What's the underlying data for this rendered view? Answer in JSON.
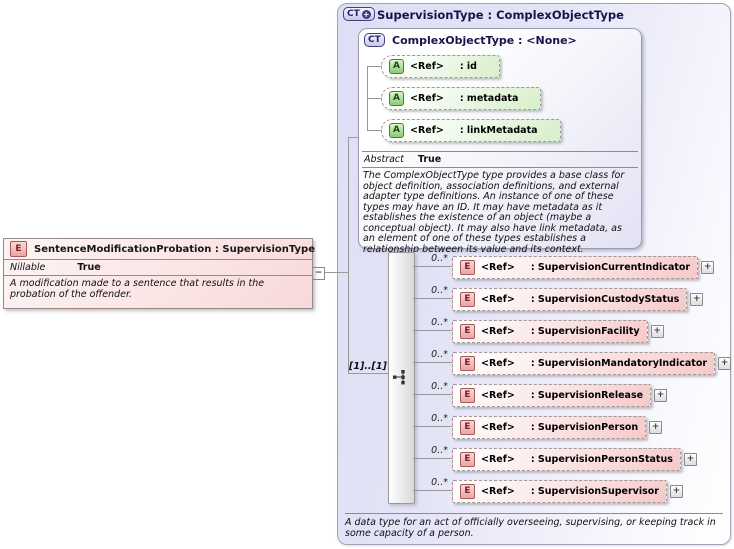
{
  "element_box": {
    "icon_label": "E",
    "title": "SentenceModificationProbation : SupervisionType",
    "property_name": "Nillable",
    "property_value": "True",
    "description": "A modification made to a sentence that results in the probation of the offender."
  },
  "connector": {
    "collapse_glyph": "−"
  },
  "type_box": {
    "icon_label": "CT",
    "icon_plus": "+",
    "title": "SupervisionType : ComplexObjectType",
    "description": "A data type for an act of officially overseeing, supervising, or keeping track in some capacity of a person.",
    "base_box": {
      "icon_label": "CT",
      "title": "ComplexObjectType : <None>",
      "attributes": [
        {
          "icon": "A",
          "ref": "<Ref>",
          "label": ": id"
        },
        {
          "icon": "A",
          "ref": "<Ref>",
          "label": ": metadata"
        },
        {
          "icon": "A",
          "ref": "<Ref>",
          "label": ": linkMetadata"
        }
      ],
      "property_name": "Abstract",
      "property_value": "True",
      "description": "The ComplexObjectType type provides a base class for object definition, association definitions, and external adapter type definitions. An instance of one of these types may have an ID. It may have metadata as it establishes the existence of an object (maybe a conceptual object). It may also have link metadata, as an element of one of these types establishes a relationship between its value and its context."
    },
    "sequence": {
      "cardinality": "[1]..[1]",
      "expand_glyph": "+",
      "elements": [
        {
          "icon": "E",
          "cardinality": "0..*",
          "ref": "<Ref>",
          "label": ": SupervisionCurrentIndicator"
        },
        {
          "icon": "E",
          "cardinality": "0..*",
          "ref": "<Ref>",
          "label": ": SupervisionCustodyStatus"
        },
        {
          "icon": "E",
          "cardinality": "0..*",
          "ref": "<Ref>",
          "label": ": SupervisionFacility"
        },
        {
          "icon": "E",
          "cardinality": "0..*",
          "ref": "<Ref>",
          "label": ": SupervisionMandatoryIndicator"
        },
        {
          "icon": "E",
          "cardinality": "0..*",
          "ref": "<Ref>",
          "label": ": SupervisionRelease"
        },
        {
          "icon": "E",
          "cardinality": "0..*",
          "ref": "<Ref>",
          "label": ": SupervisionPerson"
        },
        {
          "icon": "E",
          "cardinality": "0..*",
          "ref": "<Ref>",
          "label": ": SupervisionPersonStatus"
        },
        {
          "icon": "E",
          "cardinality": "0..*",
          "ref": "<Ref>",
          "label": ": SupervisionSupervisor"
        }
      ]
    }
  }
}
